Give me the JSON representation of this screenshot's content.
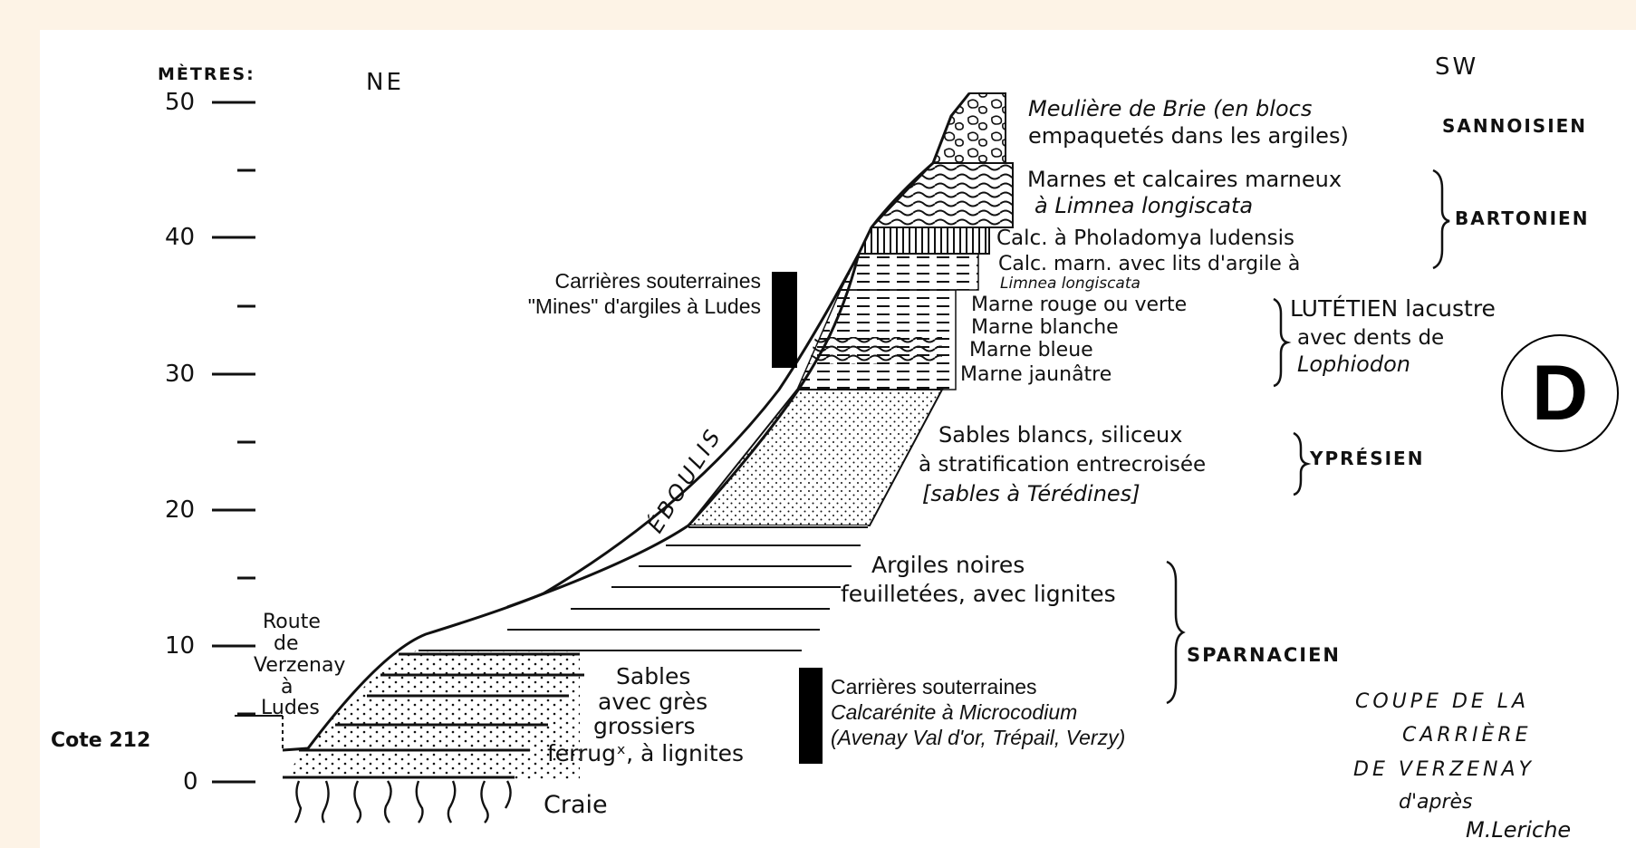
{
  "axis": {
    "unit_label": "MÈTRES:",
    "ticks": [
      "50",
      "40",
      "30",
      "20",
      "10",
      "0"
    ],
    "ne": "NE",
    "sw": "SW",
    "cote": "Cote 212"
  },
  "road_label": [
    "Route",
    "de",
    "Verzenay",
    "à",
    "Ludes"
  ],
  "scree_label": "ÉBOULIS",
  "layers": {
    "meuliere": [
      "Meulière de Brie (en blocs",
      "empaquetés dans les argiles)"
    ],
    "marnes": [
      "Marnes et calcaires marneux",
      "à Limnea longiscata"
    ],
    "pholadomya": "Calc. à Pholadomya ludensis",
    "calc_marn": [
      "Calc. marn. avec lits d'argile à",
      "Limnea longiscata"
    ],
    "marne_rouge": "Marne rouge ou verte",
    "marne_blanche": "Marne blanche",
    "marne_bleue": "Marne bleue",
    "marne_jaune": "Marne jaunâtre",
    "sables_blancs": [
      "Sables blancs, siliceux",
      "à stratification entrecroisée",
      "[sables à Térédines]"
    ],
    "argiles_noires": [
      "Argiles noires",
      "feuilletées, avec lignites"
    ],
    "sables_gres": [
      "Sables",
      "avec grès",
      "grossiers",
      "ferrugˣ, à lignites"
    ],
    "craie": "Craie"
  },
  "stages": {
    "sannoisien": "SANNOISIEN",
    "bartonien": "BARTONIEN",
    "lutetien": [
      "LUTÉTIEN lacustre",
      "avec dents de",
      "Lophiodon"
    ],
    "ypresien": "YPRÉSIEN",
    "sparnacien": "SPARNACIEN"
  },
  "quarry_top": [
    "Carrières souterraines",
    "\"Mines\" d'argiles à Ludes"
  ],
  "quarry_bottom": [
    "Carrières souterraines",
    "Calcarénite à Microcodium",
    "(Avenay Val d'or, Trépail, Verzy)"
  ],
  "caption": [
    "COUPE DE LA",
    "CARRIÈRE",
    "DE VERZENAY",
    "d'après",
    "M.Leriche"
  ],
  "badge": "D"
}
